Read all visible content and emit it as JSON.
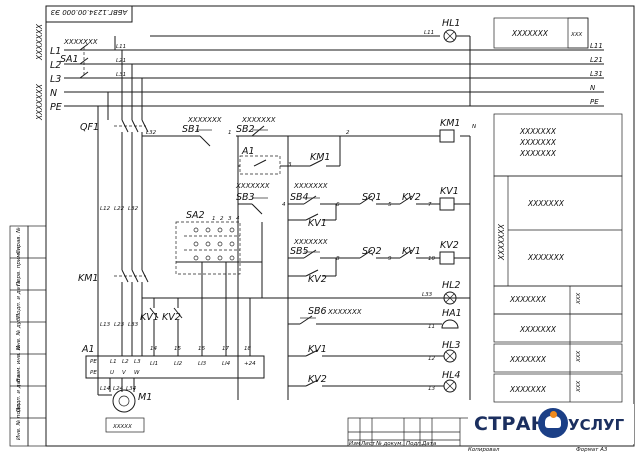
{
  "sheet": {
    "doc_code": "АБВГ.1234.00.000 ЭЗ",
    "placeholder": "XXXXXXX",
    "placeholder_short": "XXXXX",
    "placeholder_tiny": "XXX"
  },
  "buses": [
    "L1",
    "L2",
    "L3",
    "N",
    "PE"
  ],
  "wires": [
    "L11",
    "L21",
    "L31",
    "L12",
    "L22",
    "L32",
    "L13",
    "L23",
    "L33",
    "L14",
    "L24",
    "L34"
  ],
  "components": {
    "sa1": "SA1",
    "qf1": "QF1",
    "km1": "KM1",
    "m1": "M1",
    "a1": "A1",
    "sa2": "SA2",
    "sb1": "SB1",
    "sb2": "SB2",
    "sb3": "SB3",
    "sb4": "SB4",
    "sb5": "SB5",
    "sb6": "SB6",
    "sq1": "SQ1",
    "sq2": "SQ2",
    "kv1": "KV1",
    "kv2": "KV2",
    "hl1": "HL1",
    "hl2": "HL2",
    "hl3": "HL3",
    "hl4": "HL4",
    "ha1": "HA1"
  },
  "a1_terms_top": [
    "PE",
    "L1",
    "L2",
    "L3",
    "W",
    "V",
    "U",
    "PE"
  ],
  "a1_pins_bottom": [
    "14",
    "15",
    "16",
    "17",
    "18",
    "+24"
  ],
  "a1_labels_bottom": [
    "LI1",
    "LI2",
    "LI3",
    "LI4"
  ],
  "sa2_pins": [
    "1",
    "2",
    "3",
    "4"
  ],
  "nodes": [
    "1",
    "2",
    "3",
    "4",
    "5",
    "6",
    "7",
    "8",
    "9",
    "10",
    "11",
    "12",
    "13"
  ],
  "side_stamp": [
    "Инв. № подл.",
    "Подп. и дата",
    "Взам. инв. №",
    "Инв. № дубл.",
    "Подп. и дата",
    "Перв. примен.",
    "Справ. №"
  ],
  "title_block": {
    "headers": [
      "Изм",
      "Лист",
      "№ докум.",
      "Подп.",
      "Дата"
    ],
    "copied": "Копировал",
    "format": "Формат А3"
  },
  "watermark": {
    "left": "СТРАНА",
    "right": "УСЛУГ"
  },
  "colors": {
    "ink": "#1a1a1a",
    "brand": "#1b2f5f",
    "accent": "#f08a1c"
  }
}
